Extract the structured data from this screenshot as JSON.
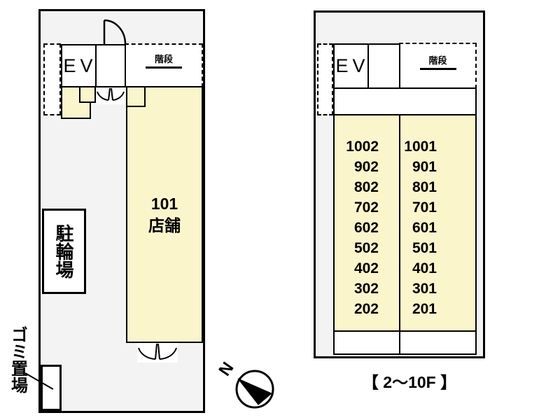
{
  "left_plan": {
    "ev_label": "EV",
    "stairs_label": "階段",
    "shop_number": "101",
    "shop_name": "店舗",
    "bicycle_parking_label": "駐輪場",
    "garbage_area_label": "ゴミ置場"
  },
  "right_plan": {
    "ev_label": "EV",
    "stairs_label": "階段",
    "left_column_rooms": [
      "1002",
      "902",
      "802",
      "702",
      "602",
      "502",
      "402",
      "302",
      "202"
    ],
    "right_column_rooms": [
      "1001",
      "901",
      "801",
      "701",
      "601",
      "501",
      "401",
      "301",
      "201"
    ],
    "floor_range_label": "【 2～10F 】"
  },
  "compass": {
    "north_label": "N"
  },
  "colors": {
    "room_fill": "#fbf5cc",
    "interior_fill": "#f3f3f3",
    "wall_line": "#000000",
    "background": "#ffffff"
  }
}
